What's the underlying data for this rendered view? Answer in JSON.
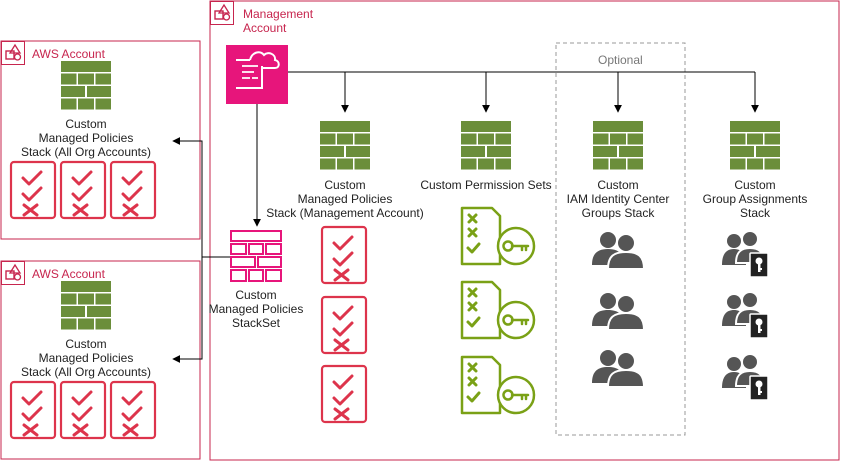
{
  "management_account": {
    "label_line1": "Management",
    "label_line2": "Account"
  },
  "aws_account_1": {
    "label": "AWS Account"
  },
  "aws_account_2": {
    "label": "AWS Account"
  },
  "optional_group": {
    "label": "Optional"
  },
  "stack_org_1": {
    "line1": "Custom",
    "line2": "Managed Policies",
    "line3": "Stack (All Org Accounts)"
  },
  "stack_org_2": {
    "line1": "Custom",
    "line2": "Managed Policies",
    "line3": "Stack (All Org Accounts)"
  },
  "stackset": {
    "line1": "Custom",
    "line2": "Managed Policies",
    "line3": "StackSet"
  },
  "stack_mgmt": {
    "line1": "Custom",
    "line2": "Managed Policies",
    "line3": "Stack (Management Account)"
  },
  "stack_permsets": {
    "line1": "Custom Permission Sets"
  },
  "stack_groups": {
    "line1": "Custom",
    "line2": "IAM Identity Center",
    "line3": "Groups Stack"
  },
  "stack_assign": {
    "line1": "Custom",
    "line2": "Group Assignments",
    "line3": "Stack"
  },
  "colors": {
    "account_pink": "#c7254e",
    "stack_green": "#6b8e3a",
    "policy_green": "#7aa116",
    "cfn_pink": "#e7157b",
    "user_gray": "#555555"
  },
  "icons": [
    "account-group-icon",
    "cloudformation-stack-icon",
    "cloudformation-template-icon",
    "cloudformation-stackset-icon",
    "policy-document-icon",
    "permission-set-icon",
    "users-icon",
    "user-key-icon"
  ]
}
